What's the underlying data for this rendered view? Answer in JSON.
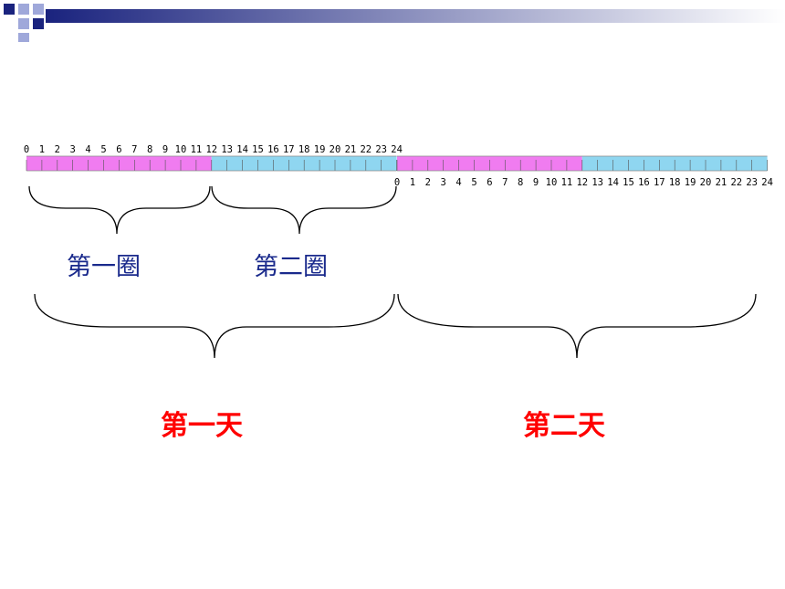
{
  "colors": {
    "header_square_dark": "#1a237e",
    "header_square_light": "#9fa8da",
    "header_bar_start": "#1a237e",
    "header_bar_end": "#ffffff",
    "segment_pink": "#f07cf0",
    "segment_blue": "#8fd6f0",
    "bracket": "#000000",
    "round_label": "#1a2a8c",
    "day_label": "#ff0000"
  },
  "timeline": {
    "day1_ticks": [
      "0",
      "1",
      "2",
      "3",
      "4",
      "5",
      "6",
      "7",
      "8",
      "9",
      "10",
      "11",
      "12",
      "13",
      "14",
      "15",
      "16",
      "17",
      "18",
      "19",
      "20",
      "21",
      "22",
      "23",
      "24"
    ],
    "day2_ticks": [
      "0",
      "1",
      "2",
      "3",
      "4",
      "5",
      "6",
      "7",
      "8",
      "9",
      "10",
      "11",
      "12",
      "13",
      "14",
      "15",
      "16",
      "17",
      "18",
      "19",
      "20",
      "21",
      "22",
      "23",
      "24"
    ],
    "segments": [
      {
        "day": 1,
        "from_hour": 0,
        "to_hour": 12,
        "color": "pink"
      },
      {
        "day": 1,
        "from_hour": 12,
        "to_hour": 24,
        "color": "blue"
      },
      {
        "day": 2,
        "from_hour": 0,
        "to_hour": 12,
        "color": "pink"
      },
      {
        "day": 2,
        "from_hour": 12,
        "to_hour": 24,
        "color": "blue"
      }
    ]
  },
  "labels": {
    "round1": "第一圈",
    "round2": "第二圈",
    "day1": "第一天",
    "day2": "第二天"
  }
}
